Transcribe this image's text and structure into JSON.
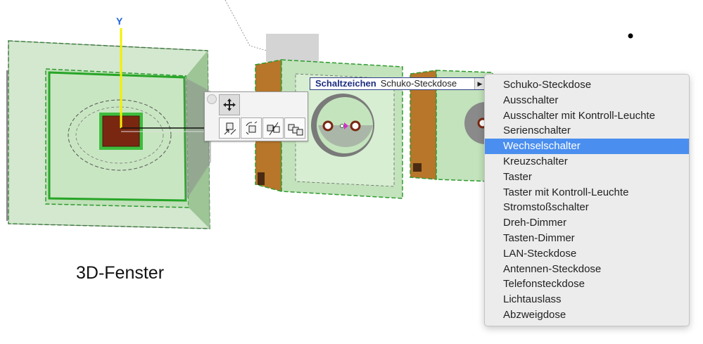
{
  "axis_label": "Y",
  "caption": "3D-Fenster",
  "info_tag": {
    "label": "Schaltzeichen",
    "value": "Schuko-Steckdose"
  },
  "pet_palette": {
    "buttons": [
      "move-icon",
      "drag-copy-icon",
      "rotate-icon",
      "mirror-icon",
      "multiply-icon"
    ]
  },
  "menu": {
    "items": [
      {
        "label": "Schuko-Steckdose"
      },
      {
        "label": "Ausschalter"
      },
      {
        "label": "Ausschalter mit Kontroll-Leuchte"
      },
      {
        "label": "Serienschalter"
      },
      {
        "label": "Wechselschalter"
      },
      {
        "label": "Kreuzschalter"
      },
      {
        "label": "Taster"
      },
      {
        "label": "Taster mit Kontroll-Leuchte"
      },
      {
        "label": "Stromstoßschalter"
      },
      {
        "label": "Dreh-Dimmer"
      },
      {
        "label": "Tasten-Dimmer"
      },
      {
        "label": "LAN-Steckdose"
      },
      {
        "label": "Antennen-Steckdose"
      },
      {
        "label": "Telefonsteckdose"
      },
      {
        "label": "Lichtauslass"
      },
      {
        "label": "Abzweigdose"
      }
    ],
    "selected_index": 4
  },
  "colors": {
    "selection_green": "#2fa82f",
    "panel_fill": "#c9e8c4",
    "highlight": "#4a8ef0",
    "marker_brown": "#7a2712",
    "axis_yellow": "#f4f000"
  }
}
